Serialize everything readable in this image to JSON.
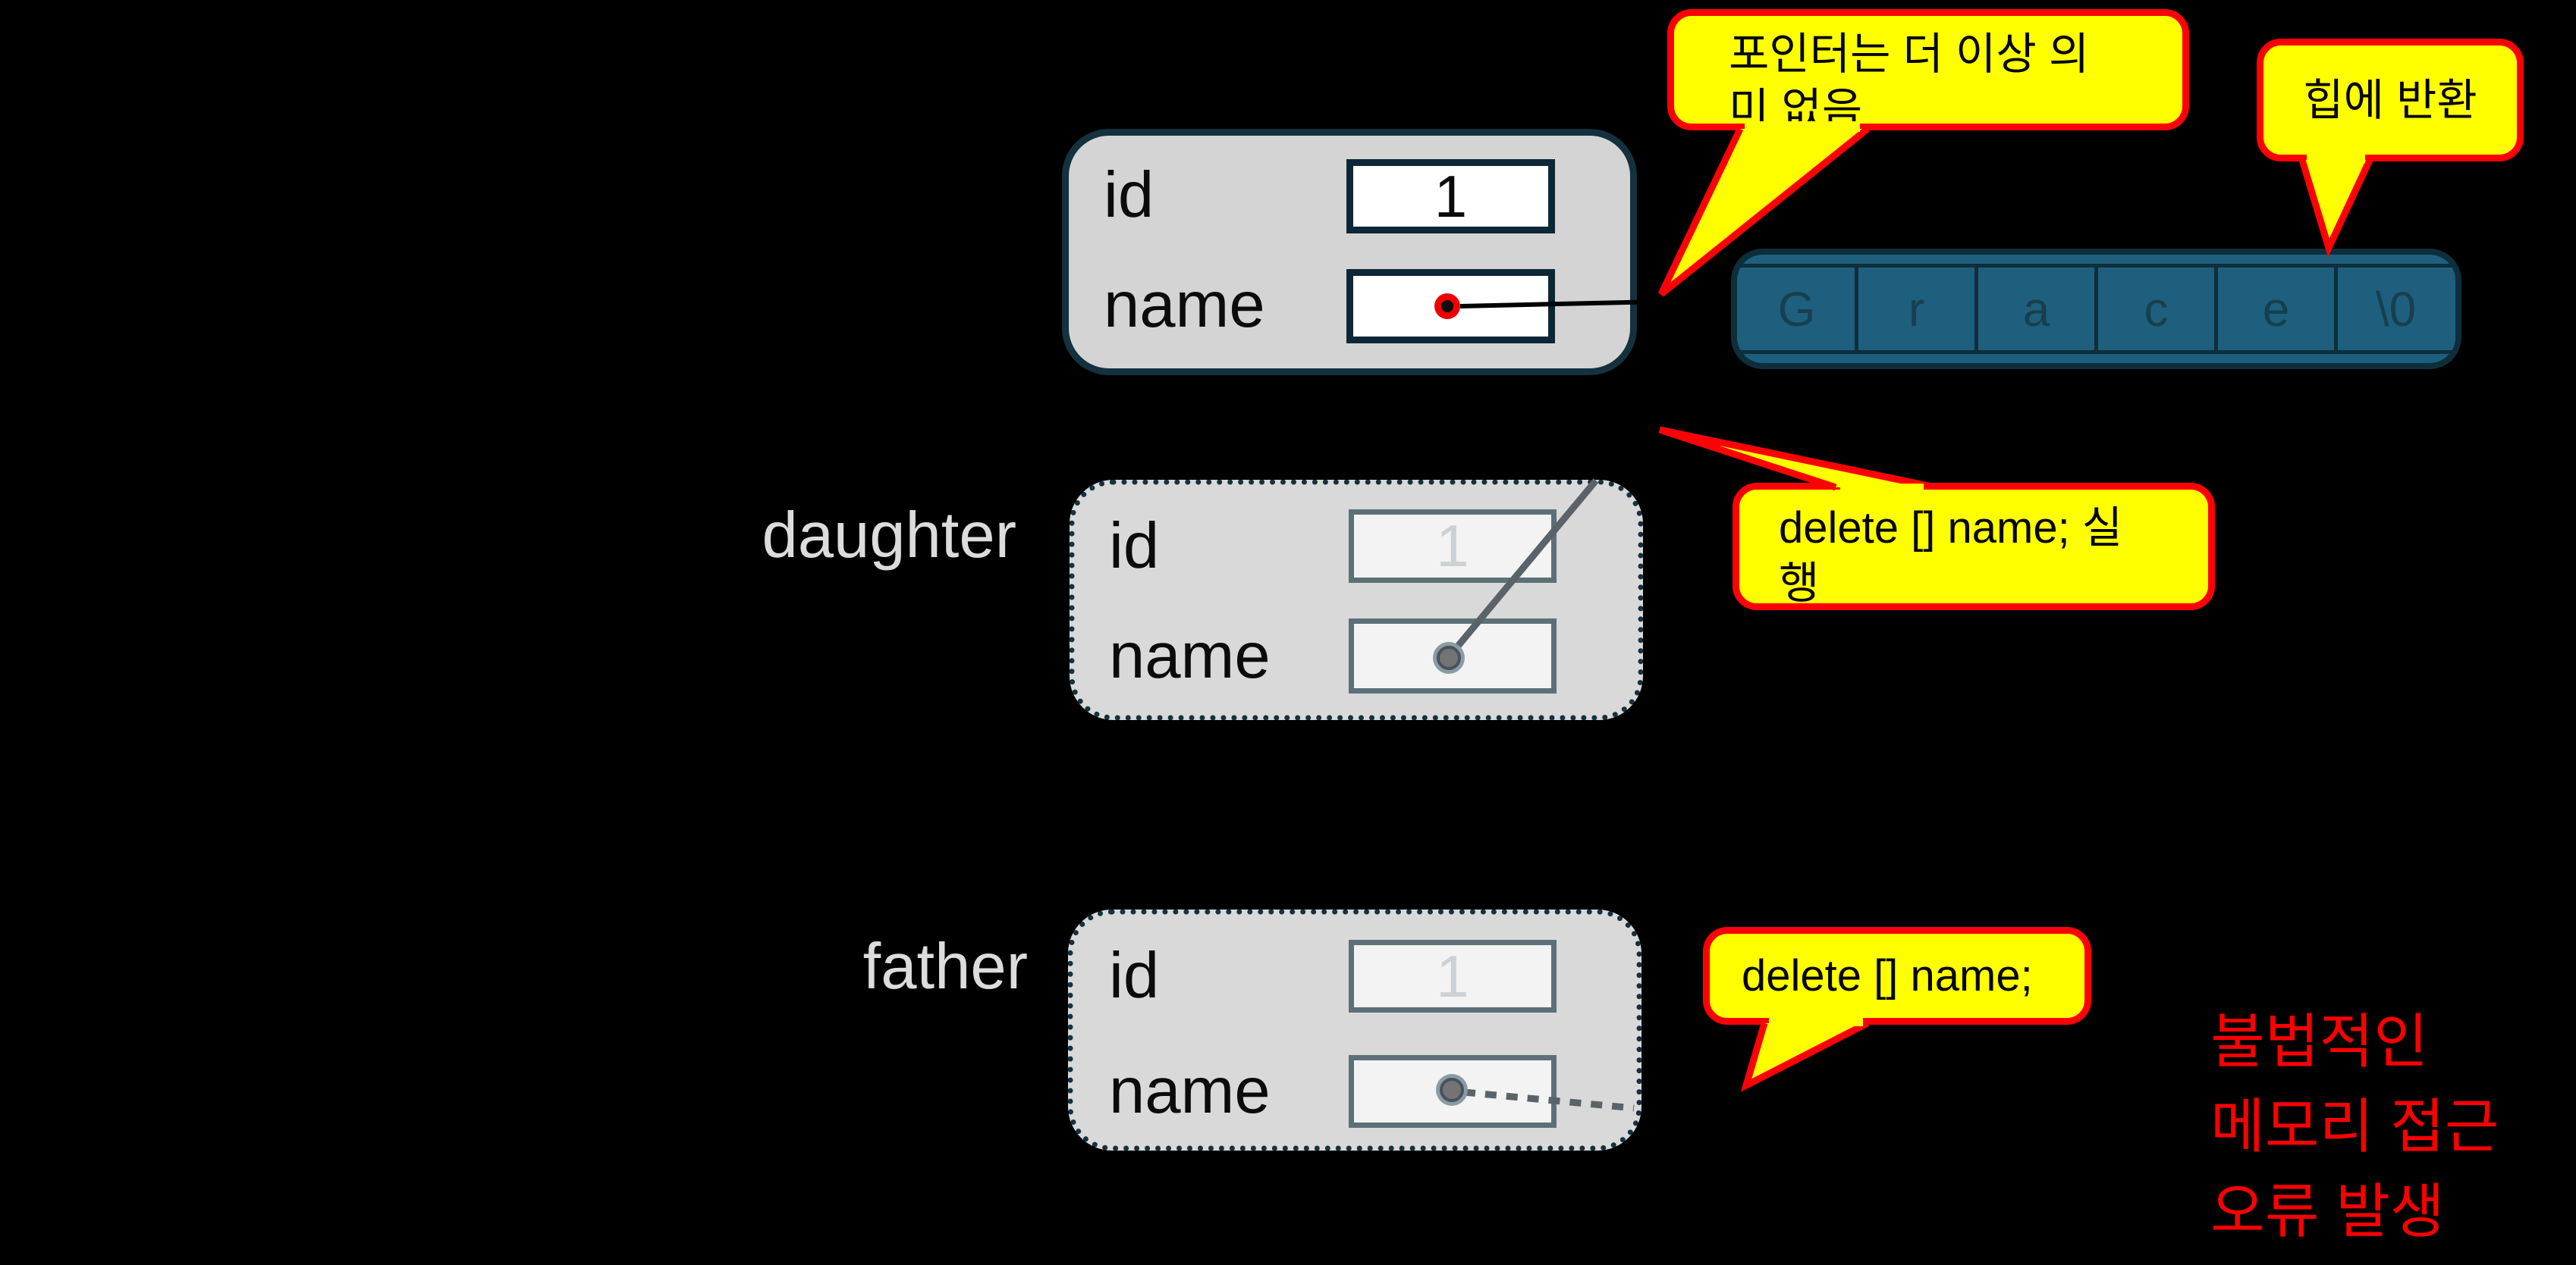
{
  "objects": {
    "person": {
      "id_label": "id",
      "name_label": "name",
      "id_value": "1"
    },
    "daughter": {
      "owner": "daughter",
      "id_label": "id",
      "name_label": "name",
      "id_value": "1"
    },
    "father": {
      "owner": "father",
      "id_label": "id",
      "name_label": "name",
      "id_value": "1"
    }
  },
  "heap_array": {
    "cells": [
      "G",
      "r",
      "a",
      "c",
      "e",
      "\\0"
    ]
  },
  "callouts": {
    "pointer_meaningless": {
      "lines": [
        "포인터는 더 이상 의",
        "미 없음"
      ]
    },
    "heap_returned": {
      "text": "힙에 반환"
    },
    "delete_executed": {
      "lines": [
        "delete [] name; 실",
        "행"
      ]
    },
    "delete_statement": {
      "text": "delete [] name;"
    }
  },
  "error_message": {
    "lines": [
      "불법적인",
      "메모리 접근",
      "오류 발생"
    ]
  },
  "colors": {
    "background": "#000000",
    "callout_fill": "#ffff00",
    "callout_border": "#fb0207",
    "heap_fill": "#1e5f7d",
    "dark_border": "#0e2e3c",
    "object_fill": "#d4d4d4",
    "ghost_fill": "#d9d9d9",
    "error_text": "#fb0000",
    "pointer_dot": "#ee0000",
    "ghost_line": "#5a6468"
  }
}
